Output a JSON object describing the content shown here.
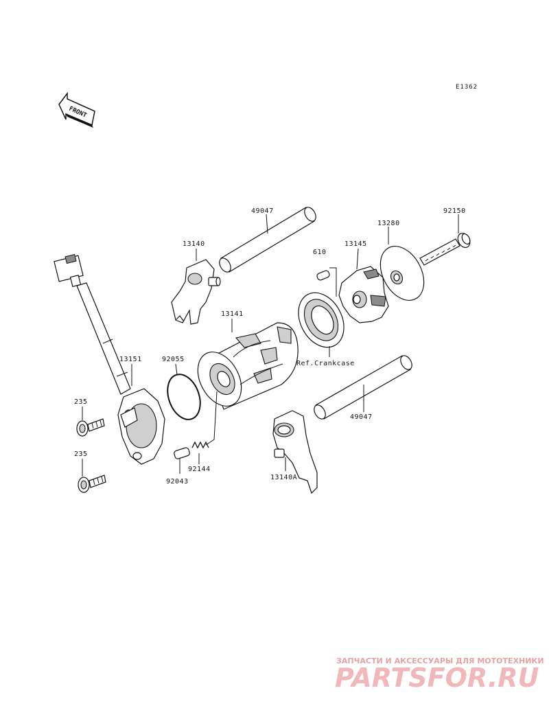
{
  "diagram_code": "E1362",
  "front_label": "FRONT",
  "parts": {
    "shaft_upper": "49047",
    "fork_upper": "13140",
    "pin": "610",
    "shift_holder": "13145",
    "plate": "13280",
    "bolt_right": "92150",
    "shift_drum": "13141",
    "oring": "92055",
    "drum_cover": "13151",
    "bolt_top": "235",
    "bolt_bottom": "235",
    "spring": "92144",
    "pin_bottom": "92043",
    "fork_lower": "13140A",
    "shaft_lower": "49047"
  },
  "ref_label": "Ref.Crankcase",
  "watermark": {
    "tagline": "ЗАПЧАСТИ И АКСЕССУАРЫ ДЛЯ МОТОТЕХНИКИ",
    "brand": "PARTSFOR.RU"
  },
  "colors": {
    "line": "#111111",
    "watermark": "#f0b8b8"
  }
}
